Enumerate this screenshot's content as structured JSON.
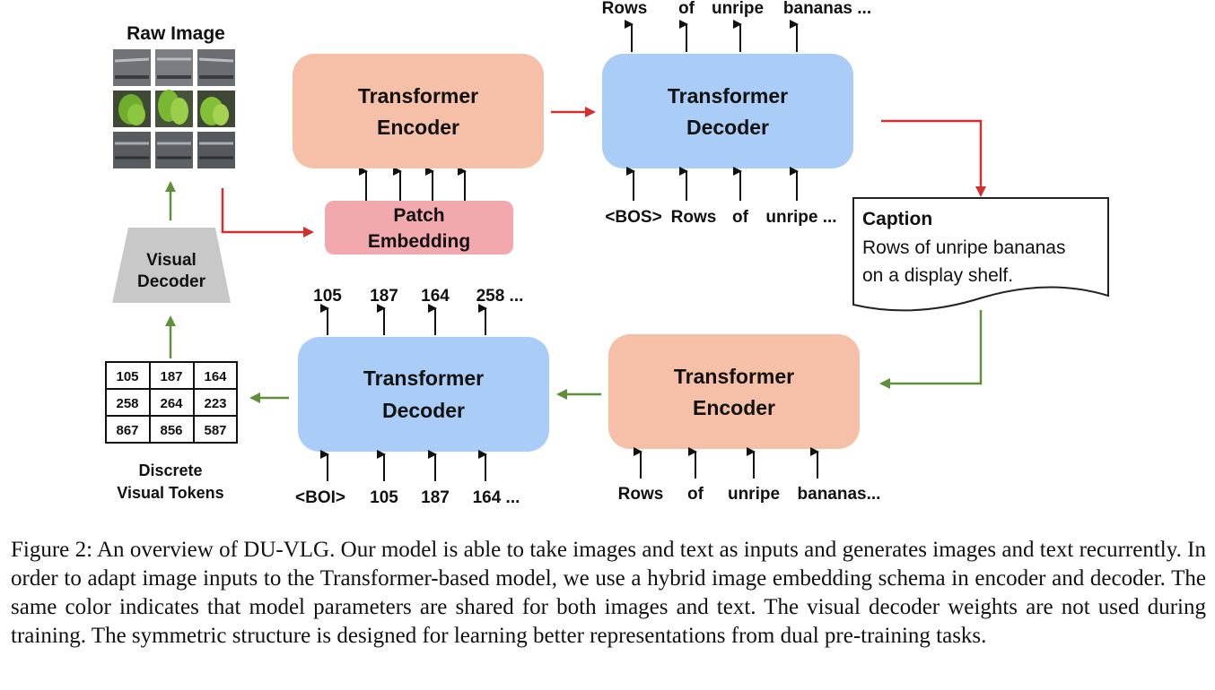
{
  "diagram": {
    "raw_image": {
      "title": "Raw Image",
      "thumbnail": "bananas-on-shelf-photo-split-into-3x3-patches"
    },
    "visual_decoder": {
      "label_line1": "Visual",
      "label_line2": "Decoder"
    },
    "patch_embedding": {
      "label_line1": "Patch",
      "label_line2": "Embedding"
    },
    "top_encoder": {
      "label_line1": "Transformer",
      "label_line2": "Encoder"
    },
    "top_decoder": {
      "label_line1": "Transformer",
      "label_line2": "Decoder"
    },
    "bottom_decoder": {
      "label_line1": "Transformer",
      "label_line2": "Decoder"
    },
    "bottom_encoder": {
      "label_line1": "Transformer",
      "label_line2": "Encoder"
    },
    "top_decoder_outputs": [
      "Rows",
      "of",
      "unripe",
      "bananas ..."
    ],
    "top_decoder_inputs": [
      "<BOS>",
      "Rows",
      "of",
      "unripe ..."
    ],
    "bottom_decoder_outputs": [
      "105",
      "187",
      "164",
      "258 ..."
    ],
    "bottom_decoder_inputs": [
      "<BOI>",
      "105",
      "187",
      "164 ..."
    ],
    "bottom_encoder_inputs": [
      "Rows",
      "of",
      "unripe",
      "bananas..."
    ],
    "caption_box": {
      "title": "Caption",
      "line1": "Rows of unripe bananas",
      "line2": "on a display shelf."
    },
    "tokens_grid": [
      "105",
      "187",
      "164",
      "258",
      "264",
      "223",
      "867",
      "856",
      "587"
    ],
    "tokens_label_line1": "Discrete",
    "tokens_label_line2": "Visual Tokens",
    "colors": {
      "encoder": "#f6bfa8",
      "decoder": "#a9cdf6",
      "patch": "#f2a9ad",
      "visual_decoder": "#c8c8c8",
      "red_arrow": "#d32f2f",
      "green_arrow": "#5f8f3a"
    }
  },
  "figure_caption": "Figure 2: An overview of DU-VLG. Our model is able to take images and text as inputs and generates images and text recurrently. In order to adapt image inputs to the Transformer-based model, we use a hybrid image embedding schema in encoder and decoder. The same color indicates that model parameters are shared for both images and text. The visual decoder weights are not used during training. The symmetric structure is designed for learning better representations from dual pre-training tasks."
}
